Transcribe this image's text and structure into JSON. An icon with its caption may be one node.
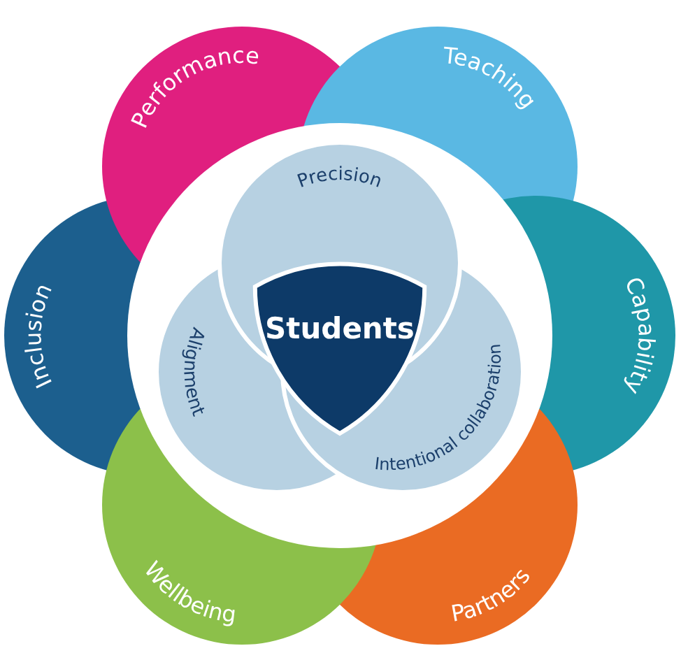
{
  "diagram": {
    "nodes": [
      {
        "text": [
          "Performance"
        ]
      },
      {
        "text": [
          "Teaching"
        ]
      },
      {
        "text": [
          "Capability"
        ]
      },
      {
        "text": [
          "Partners"
        ]
      },
      {
        "text": [
          "Wellbeing"
        ]
      },
      {
        "text": [
          "Inclusion"
        ]
      },
      {
        "text": [
          "Precision"
        ]
      },
      {
        "text": [
          "Alignment"
        ]
      },
      {
        "text": [
          "Intentional collaboration"
        ]
      },
      {
        "text": [
          "Students"
        ]
      }
    ]
  }
}
